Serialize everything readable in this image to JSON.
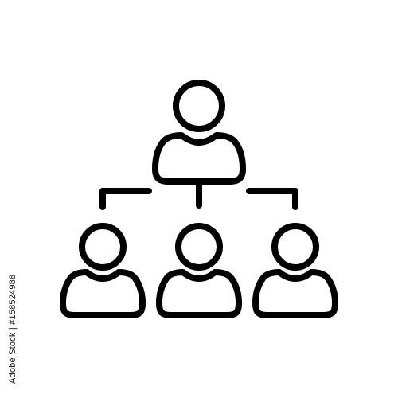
{
  "icon": {
    "name": "organization-hierarchy-icon",
    "stroke_color": "#000000",
    "background_color": "#ffffff",
    "levels": [
      {
        "level": "top",
        "people": 1
      },
      {
        "level": "bottom",
        "people": 3
      }
    ]
  },
  "stock_id": "Adobe Stock | #158524988",
  "watermark": {
    "description": "stock photo watermark",
    "color": "#f0f0f0"
  }
}
